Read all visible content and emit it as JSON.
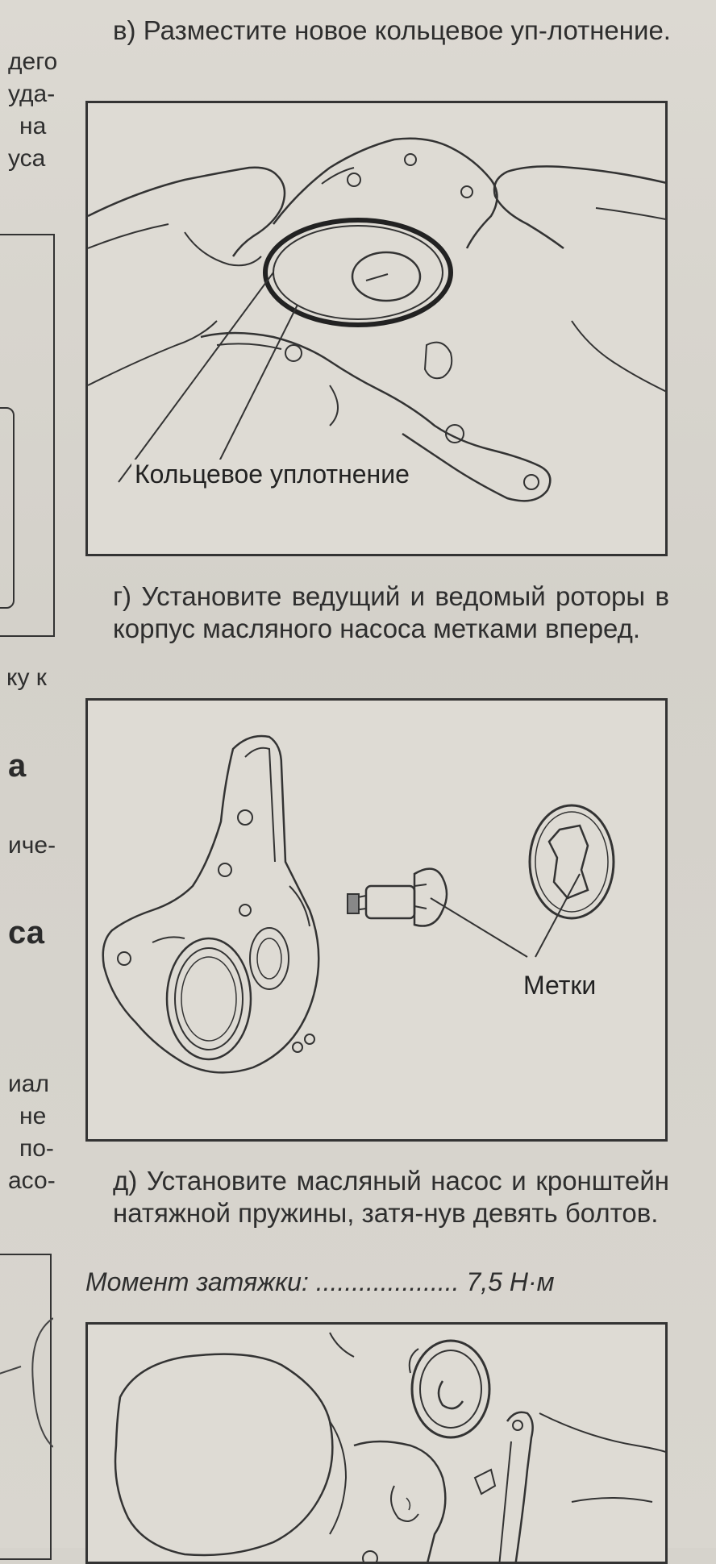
{
  "left_column": {
    "fragments": [
      "дего",
      "уда-",
      "на",
      "уса",
      "ку к",
      "а",
      "иче-",
      "са",
      "иал",
      "не",
      "по-",
      "асо-"
    ]
  },
  "steps": {
    "v": {
      "text": "в) Разместите новое кольцевое уп-лотнение."
    },
    "g": {
      "text": "г) Установите ведущий и ведомый роторы в корпус масляного насоса метками вперед."
    },
    "d": {
      "text": "д) Установите масляный насос и кронштейн натяжной пружины, затя-нув девять болтов."
    }
  },
  "torque": {
    "label": "Момент затяжки:",
    "dots": "....................",
    "value": "7,5 Н·м"
  },
  "figures": {
    "fig1": {
      "caption": "Кольцевое уплотнение"
    },
    "fig2": {
      "caption": "Метки"
    }
  }
}
